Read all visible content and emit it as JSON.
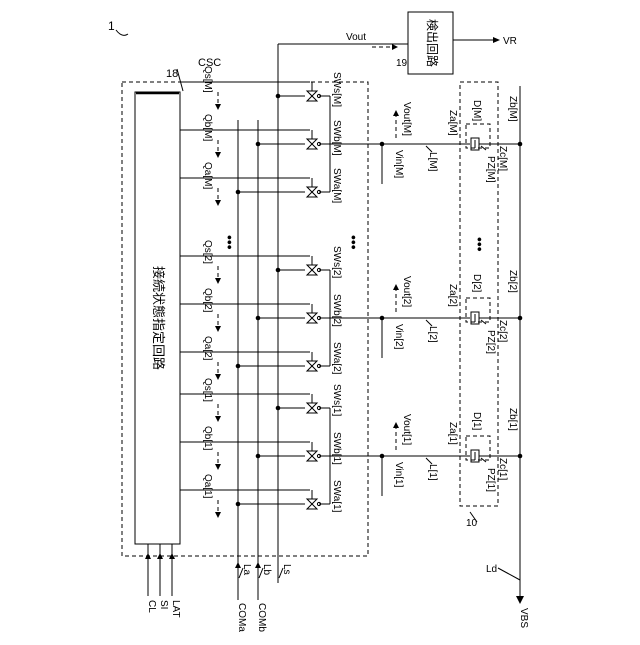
{
  "figure_number": "1",
  "labels": {
    "csc": "CSC",
    "csc_ref": "18",
    "block_title": "接続状態指定回路",
    "detect_title": "検出回路",
    "detect_ref": "19",
    "vout": "Vout",
    "vr": "VR",
    "module_ref": "10",
    "ld": "Ld",
    "vbs": "VBS"
  },
  "bottom_signals": [
    "CL",
    "SI",
    "LAT"
  ],
  "bottom_lines": {
    "la": "La",
    "lb": "Lb",
    "ls": "Ls",
    "coma": "COMa",
    "comb": "COMb"
  },
  "ellipsis": "•••",
  "channels": [
    {
      "qa": "Qa[1]",
      "qb": "Qb[1]",
      "qs": "Qs[1]",
      "swa": "SWa[1]",
      "swb": "SWb[1]",
      "sws": "SWs[1]",
      "vin": "Vin[1]",
      "vout": "Vout[1]",
      "l": "L[1]",
      "za": "Za[1]",
      "zb": "Zb[1]",
      "zc": "Zc[1]",
      "d": "D[1]",
      "pz": "PZ[1]"
    },
    {
      "qa": "Qa[2]",
      "qb": "Qb[2]",
      "qs": "Qs[2]",
      "swa": "SWa[2]",
      "swb": "SWb[2]",
      "sws": "SWs[2]",
      "vin": "Vin[2]",
      "vout": "Vout[2]",
      "l": "L[2]",
      "za": "Za[2]",
      "zb": "Zb[2]",
      "zc": "Zc[2]",
      "d": "D[2]",
      "pz": "PZ[2]"
    },
    {
      "qa": "Qa[M]",
      "qb": "Qb[M]",
      "qs": "Qs[M]",
      "swa": "SWa[M]",
      "swb": "SWb[M]",
      "sws": "SWs[M]",
      "vin": "Vin[M]",
      "vout": "Vout[M]",
      "l": "L[M]",
      "za": "Za[M]",
      "zb": "Zb[M]",
      "zc": "Zc[M]",
      "d": "D[M]",
      "pz": "PZ[M]"
    }
  ]
}
